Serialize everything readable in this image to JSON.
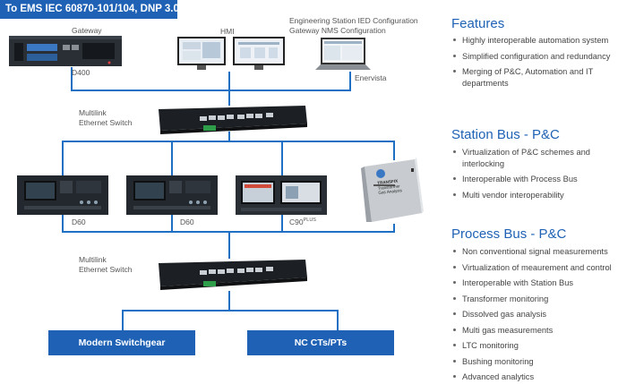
{
  "banner": "To EMS IEC 60870-101/104, DNP 3.0",
  "labels": {
    "gateway": "Gateway",
    "hmi": "HMI",
    "engineering_1": "Engineering Station IED Configuration",
    "engineering_2": "Gateway NMS Configuration",
    "d400": "D400",
    "enervista": "Enervista",
    "switch1_line1": "Multilink",
    "switch1_line2": "Ethernet Switch",
    "switch2_line1": "Multilink",
    "switch2_line2": "Ethernet Switch",
    "ied1": "D60",
    "ied2": "D60",
    "ied3": "C90",
    "ied3_sup": "PLUS",
    "transfix_line1": "TRANSFIX",
    "transfix_line2": "Transformer",
    "transfix_line3": "Gas Analysis"
  },
  "boxes": {
    "switchgear": "Modern Switchgear",
    "ct": "NC CTs/PTs"
  },
  "sections": [
    {
      "title": "Features",
      "items": [
        "Highly interoperable automation system",
        "Simplified configuration and redundancy",
        "Merging of P&C, Automation and IT departments"
      ]
    },
    {
      "title": "Station Bus - P&C",
      "items": [
        "Virtualization of P&C schemes and interlocking",
        "Interoperable with Process Bus",
        "Multi vendor interoperability"
      ]
    },
    {
      "title": "Process Bus - P&C",
      "items": [
        "Non conventional signal measurements",
        "Virtualization of meaurement and control",
        "Interoperable with Station Bus",
        "Transformer monitoring",
        "Dissolved gas analysis",
        "Multi gas measurements",
        "LTC monitoring",
        "Bushing monitoring",
        "Advanced analytics"
      ]
    }
  ],
  "colors": {
    "accent": "#1f62b5",
    "line": "#1f6fc5",
    "device": "#1e2227"
  }
}
